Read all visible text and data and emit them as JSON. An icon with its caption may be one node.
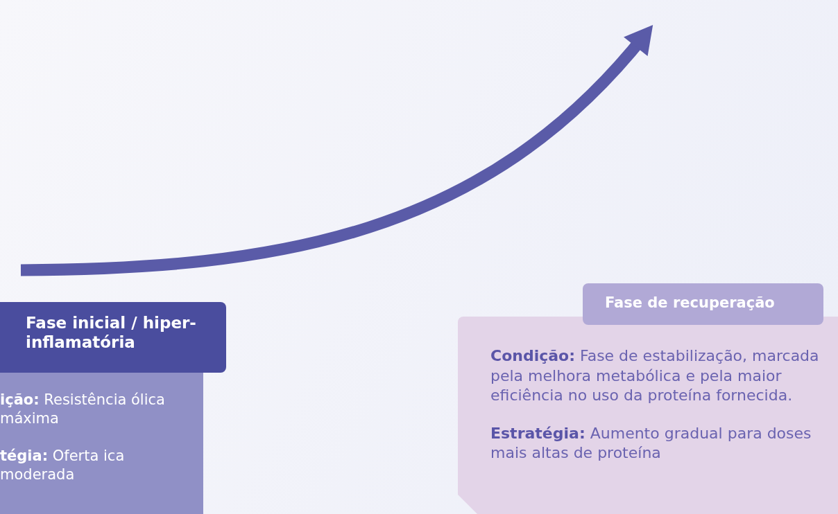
{
  "diagram": {
    "nodes": [
      {
        "text": [
          "Fase inicial / hiper-inflamatória"
        ]
      },
      {
        "text": [
          "**ição:** Resistência ólica máxima",
          "**tégia:** Oferta ica moderada"
        ]
      },
      {
        "text": [
          "Fase de recuperação"
        ]
      },
      {
        "text": [
          "**Condição:** Fase de estabilização, marcada pela melhora metabólica e pela maior eficiência no uso da proteína fornecida.",
          "**Estratégia:** Aumento gradual para doses mais altas de proteína"
        ]
      }
    ],
    "edges": []
  }
}
